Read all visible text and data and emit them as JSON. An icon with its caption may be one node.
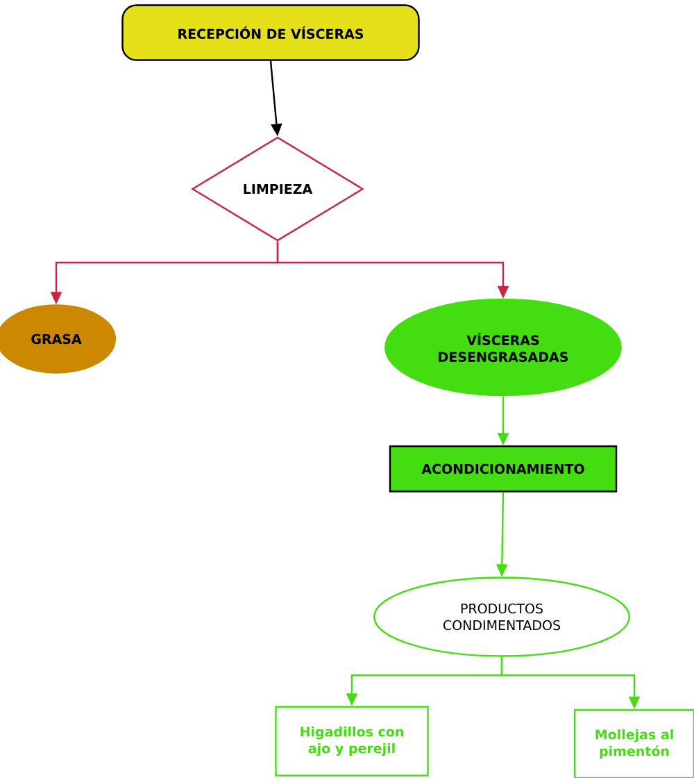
{
  "diagram": {
    "nodes": [
      {
        "text": [
          "RECEPCIÓN DE VÍSCERAS"
        ]
      },
      {
        "text": [
          "LIMPIEZA"
        ]
      },
      {
        "text": [
          "GRASA"
        ]
      },
      {
        "text": [
          "VÍSCERAS DESENGRASADAS"
        ]
      },
      {
        "text": [
          "ACONDICIONAMIENTO"
        ]
      },
      {
        "text": [
          "PRODUCTOS CONDIMENTADOS"
        ]
      },
      {
        "text": [
          "Higadillos con ajo y perejil"
        ]
      },
      {
        "text": [
          "Mollejas al pimentón"
        ]
      }
    ],
    "edges": [
      {
        "from": 0,
        "to": 1,
        "arrow": "to",
        "color": "#000000"
      },
      {
        "from": 1,
        "to": 2,
        "arrow": "to",
        "color": "#cc2244"
      },
      {
        "from": 1,
        "to": 3,
        "arrow": "to",
        "color": "#cc2244"
      },
      {
        "from": 3,
        "to": 4,
        "arrow": "to"
      },
      {
        "from": 4,
        "to": 5,
        "arrow": "to"
      },
      {
        "from": 5,
        "to": 6,
        "arrow": "to"
      },
      {
        "from": 5,
        "to": 7,
        "arrow": "to"
      }
    ]
  }
}
